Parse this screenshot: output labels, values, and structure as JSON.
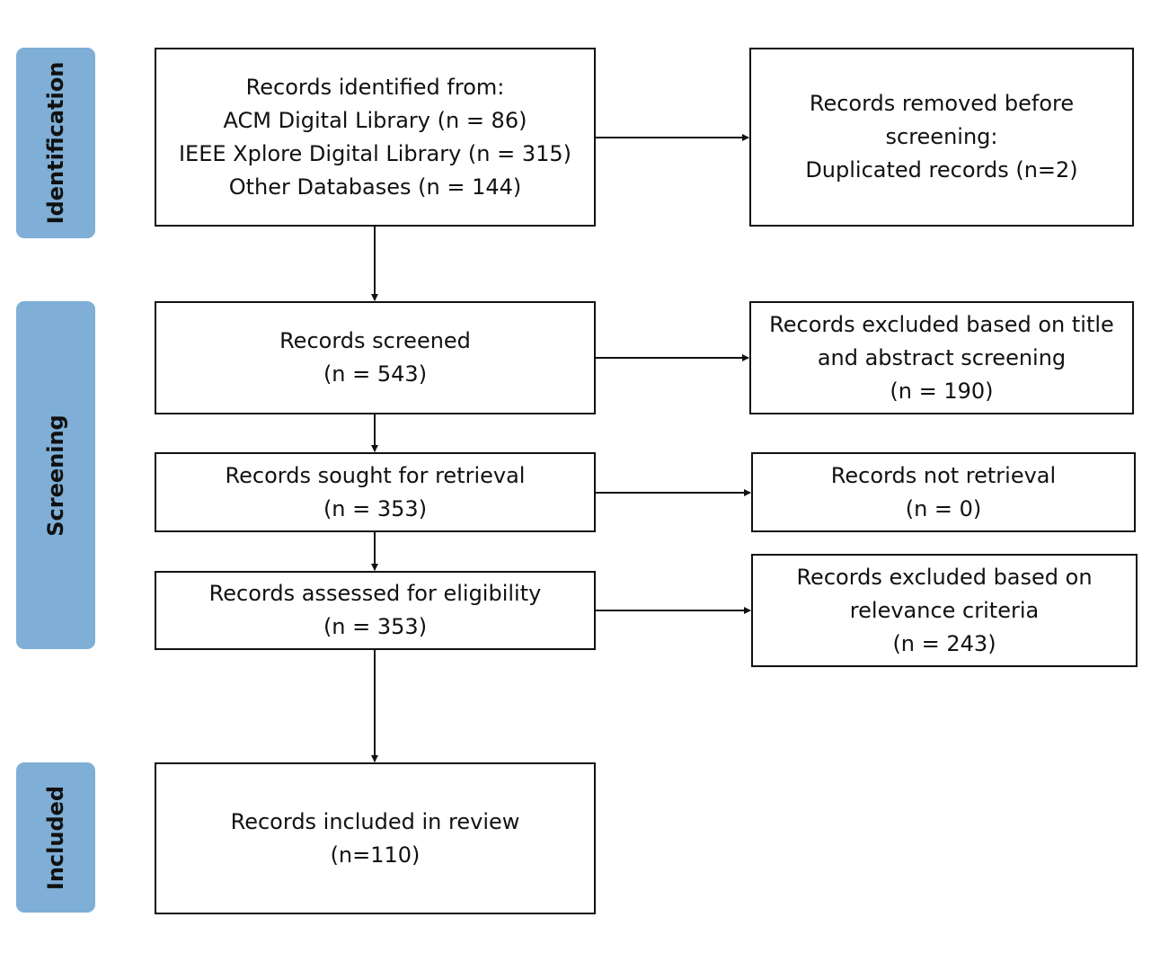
{
  "phases": {
    "identification": "Identification",
    "screening": "Screening",
    "included": "Included"
  },
  "boxes": {
    "identified": {
      "lines": [
        "Records identified from:",
        "ACM Digital Library (n = 86)",
        "IEEE Xplore Digital Library (n = 315)",
        "Other Databases (n = 144)"
      ]
    },
    "removed": {
      "lines": [
        "Records removed before",
        "screening:",
        "Duplicated records (n=2)"
      ]
    },
    "screened": {
      "lines": [
        "Records screened",
        "(n = 543)"
      ]
    },
    "excluded_title": {
      "lines": [
        "Records excluded based on title",
        "and abstract screening",
        "(n = 190)"
      ]
    },
    "sought": {
      "lines": [
        "Records sought for retrieval",
        "(n = 353)"
      ]
    },
    "not_retrieved": {
      "lines": [
        "Records not retrieval",
        "(n = 0)"
      ]
    },
    "assessed": {
      "lines": [
        "Records assessed for eligibility",
        "(n = 353)"
      ]
    },
    "excluded_relevance": {
      "lines": [
        "Records excluded based on",
        "relevance criteria",
        "(n = 243)"
      ]
    },
    "included": {
      "lines": [
        "Records included in review",
        "(n=110)"
      ]
    }
  },
  "colors": {
    "phase_fill": "#7fafd6",
    "box_border": "#111111",
    "arrow": "#111111"
  }
}
